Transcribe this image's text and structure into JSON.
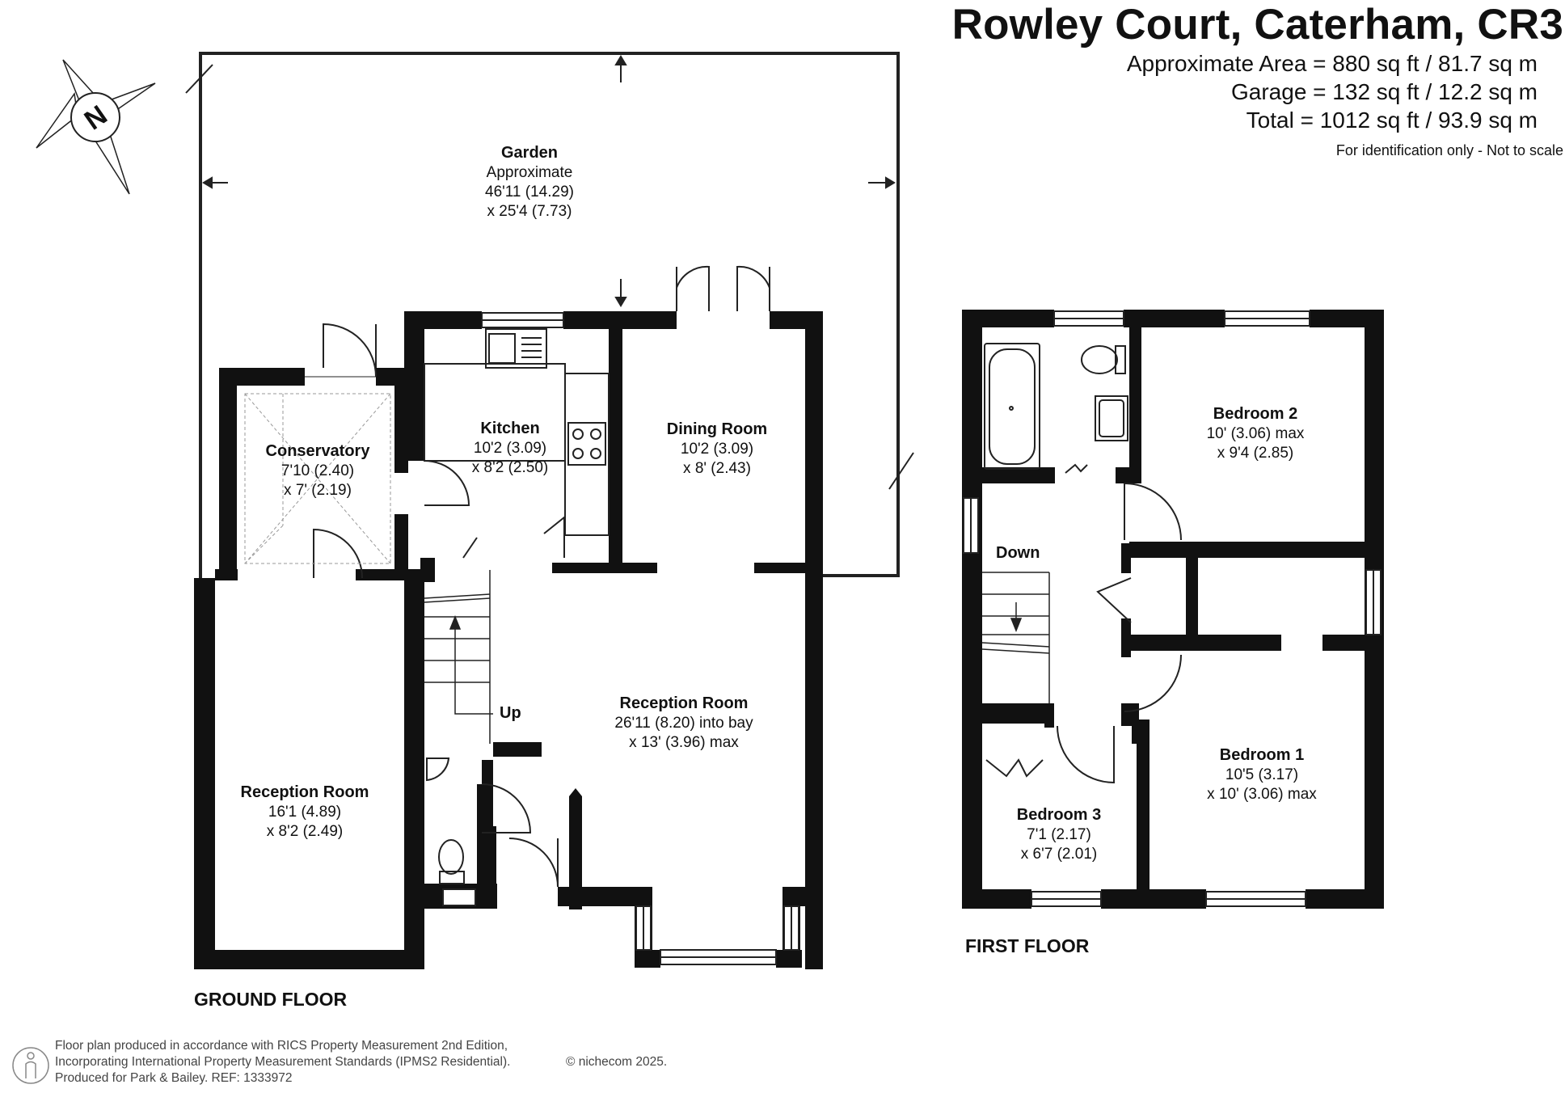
{
  "header": {
    "title": "Rowley Court, Caterham, CR3",
    "area_lines": [
      "Approximate Area = 880 sq ft / 81.7 sq m",
      "Garage = 132 sq ft / 12.2 sq m",
      "Total = 1012 sq ft / 93.9 sq m"
    ],
    "disclaimer": "For identification only - Not to scale"
  },
  "compass": {
    "letter": "N"
  },
  "rooms": {
    "garden": {
      "name": "Garden",
      "lines": [
        "Approximate",
        "46'11 (14.29)",
        "x 25'4 (7.73)"
      ]
    },
    "conservatory": {
      "name": "Conservatory",
      "lines": [
        "7'10 (2.40)",
        "x 7' (2.19)"
      ]
    },
    "kitchen": {
      "name": "Kitchen",
      "lines": [
        "10'2 (3.09)",
        "x 8'2 (2.50)"
      ]
    },
    "dining": {
      "name": "Dining Room",
      "lines": [
        "10'2 (3.09)",
        "x 8' (2.43)"
      ]
    },
    "reception_main": {
      "name": "Reception Room",
      "lines": [
        "26'11 (8.20) into bay",
        "x 13' (3.96) max"
      ]
    },
    "reception_side": {
      "name": "Reception Room",
      "lines": [
        "16'1 (4.89)",
        "x 8'2 (2.49)"
      ]
    },
    "bedroom1": {
      "name": "Bedroom 1",
      "lines": [
        "10'5 (3.17)",
        "x 10' (3.06) max"
      ]
    },
    "bedroom2": {
      "name": "Bedroom 2",
      "lines": [
        "10' (3.06) max",
        "x 9'4 (2.85)"
      ]
    },
    "bedroom3": {
      "name": "Bedroom 3",
      "lines": [
        "7'1 (2.17)",
        "x 6'7 (2.01)"
      ]
    }
  },
  "stairs": {
    "up": "Up",
    "down": "Down"
  },
  "floors": {
    "ground": "GROUND FLOOR",
    "first": "FIRST FLOOR"
  },
  "footer": {
    "lines": [
      "Floor plan produced in accordance with RICS Property Measurement 2nd Edition,",
      "Incorporating International Property Measurement Standards (IPMS2 Residential).",
      "Produced for Park & Bailey.   REF:  1333972"
    ],
    "copyright": "© nichecom 2025."
  },
  "colors": {
    "wall": "#111111",
    "line": "#222222",
    "hatch": "#999999"
  }
}
